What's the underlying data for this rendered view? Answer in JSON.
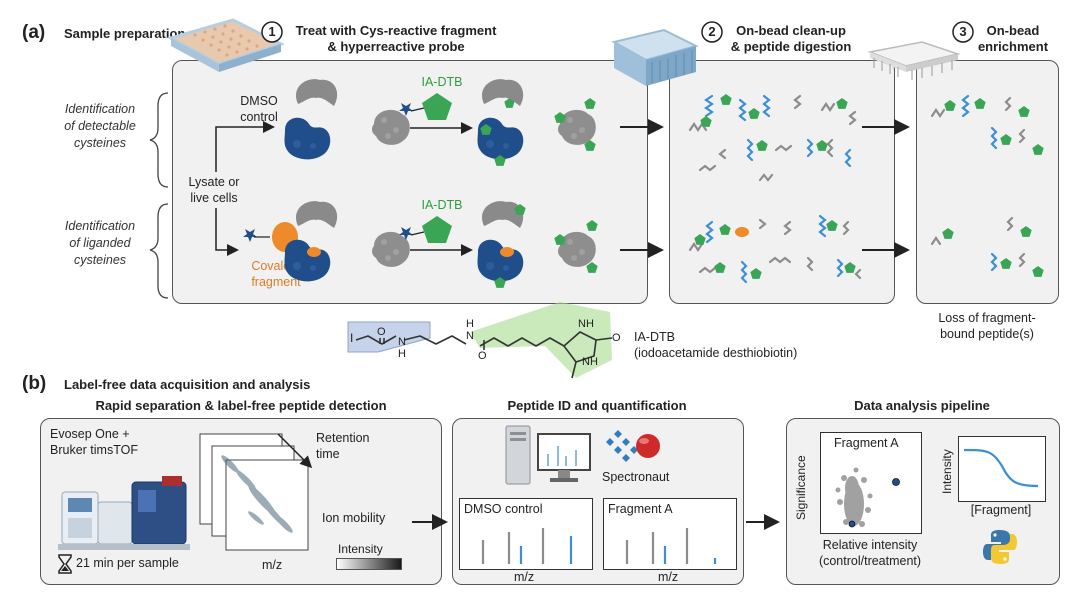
{
  "section_a": {
    "label": "(a)",
    "title": "Sample preparation",
    "step1_number": "1",
    "step1_title_line1": "Treat with Cys-reactive fragment",
    "step1_title_line2": "& hyperreactive probe",
    "step2_number": "2",
    "step2_title_line1": "On-bead clean-up",
    "step2_title_line2": "& peptide digestion",
    "step3_number": "3",
    "step3_title_line1": "On-bead",
    "step3_title_line2": "enrichment",
    "side_label_top_line1": "Identification",
    "side_label_top_line2": "of detectable",
    "side_label_top_line3": "cysteines",
    "side_label_bottom_line1": "Identification",
    "side_label_bottom_line2": "of liganded",
    "side_label_bottom_line3": "cysteines",
    "lysate_line1": "Lysate or",
    "lysate_line2": "live cells",
    "dmso_line1": "DMSO",
    "dmso_line2": "control",
    "covalent_line1": "Covalent",
    "covalent_line2": "fragment",
    "probe_label_top": "IA-DTB",
    "probe_label_bottom": "IA-DTB",
    "loss_line1": "Loss of fragment-",
    "loss_line2": "bound peptide(s)",
    "molecule_name": "IA-DTB",
    "molecule_fullname": "(iodoacetamide desthiobiotin)",
    "atom_I": "I",
    "atom_O1": "O",
    "atom_O2": "O",
    "atom_O3": "O",
    "atom_N1": "N",
    "atom_H1": "H",
    "atom_N2": "N",
    "atom_H2": "H",
    "atom_NH1": "NH",
    "atom_NH2": "NH"
  },
  "section_b": {
    "label": "(b)",
    "title": "Label-free data acquisition and analysis",
    "panel1_title": "Rapid separation & label-free peptide detection",
    "instrument_line1": "Evosep One +",
    "instrument_line2": "Bruker timsTOF",
    "time_per_sample": "21 min per sample",
    "retention_line1": "Retention",
    "retention_line2": "time",
    "ion_mobility": "Ion mobility",
    "mz_label": "m/z",
    "intensity_label": "Intensity",
    "panel2_title": "Peptide ID and quantification",
    "software": "Spectronaut",
    "spec1_title": "DMSO control",
    "spec2_title": "Fragment A",
    "spec1_xlabel": "m/z",
    "spec2_xlabel": "m/z",
    "panel3_title": "Data analysis pipeline",
    "volcano_title": "Fragment A",
    "volcano_ylabel": "Significance",
    "volcano_xlabel_line1": "Relative intensity",
    "volcano_xlabel_line2": "(control/treatment)",
    "curve_ylabel": "Intensity",
    "curve_xlabel": "[Fragment]"
  },
  "colors": {
    "panel_bg": "#f1f1f1",
    "protein_blue": "#1f4e8a",
    "protein_gray": "#8a8a8a",
    "probe_green": "#3aa655",
    "probe_label_green": "#2e9d3e",
    "fragment_orange": "#ee8a2a",
    "fragment_label_orange": "#e07b24",
    "peptide_blue": "#3b8fd4",
    "peptide_gray": "#8c8c8c",
    "star_blue": "#1f4e8a",
    "highlight_blue": "#c7d3ea",
    "highlight_green": "#a6dc8e"
  }
}
